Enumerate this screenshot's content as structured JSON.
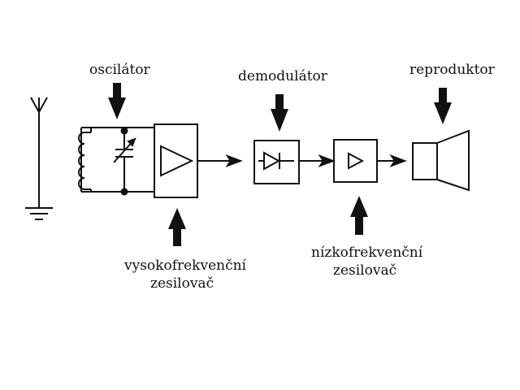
{
  "labels": {
    "oscillator": "oscilátor",
    "demodulator": "demodulátor",
    "speaker": "reproduktor",
    "rf_amp_line1": "vysokofrekvenční",
    "rf_amp_line2": "zesilovač",
    "af_amp_line1": "nízkofrekvenční",
    "af_amp_line2": "zesilovač"
  },
  "colors": {
    "stroke": "#111111",
    "background": "#ffffff"
  }
}
